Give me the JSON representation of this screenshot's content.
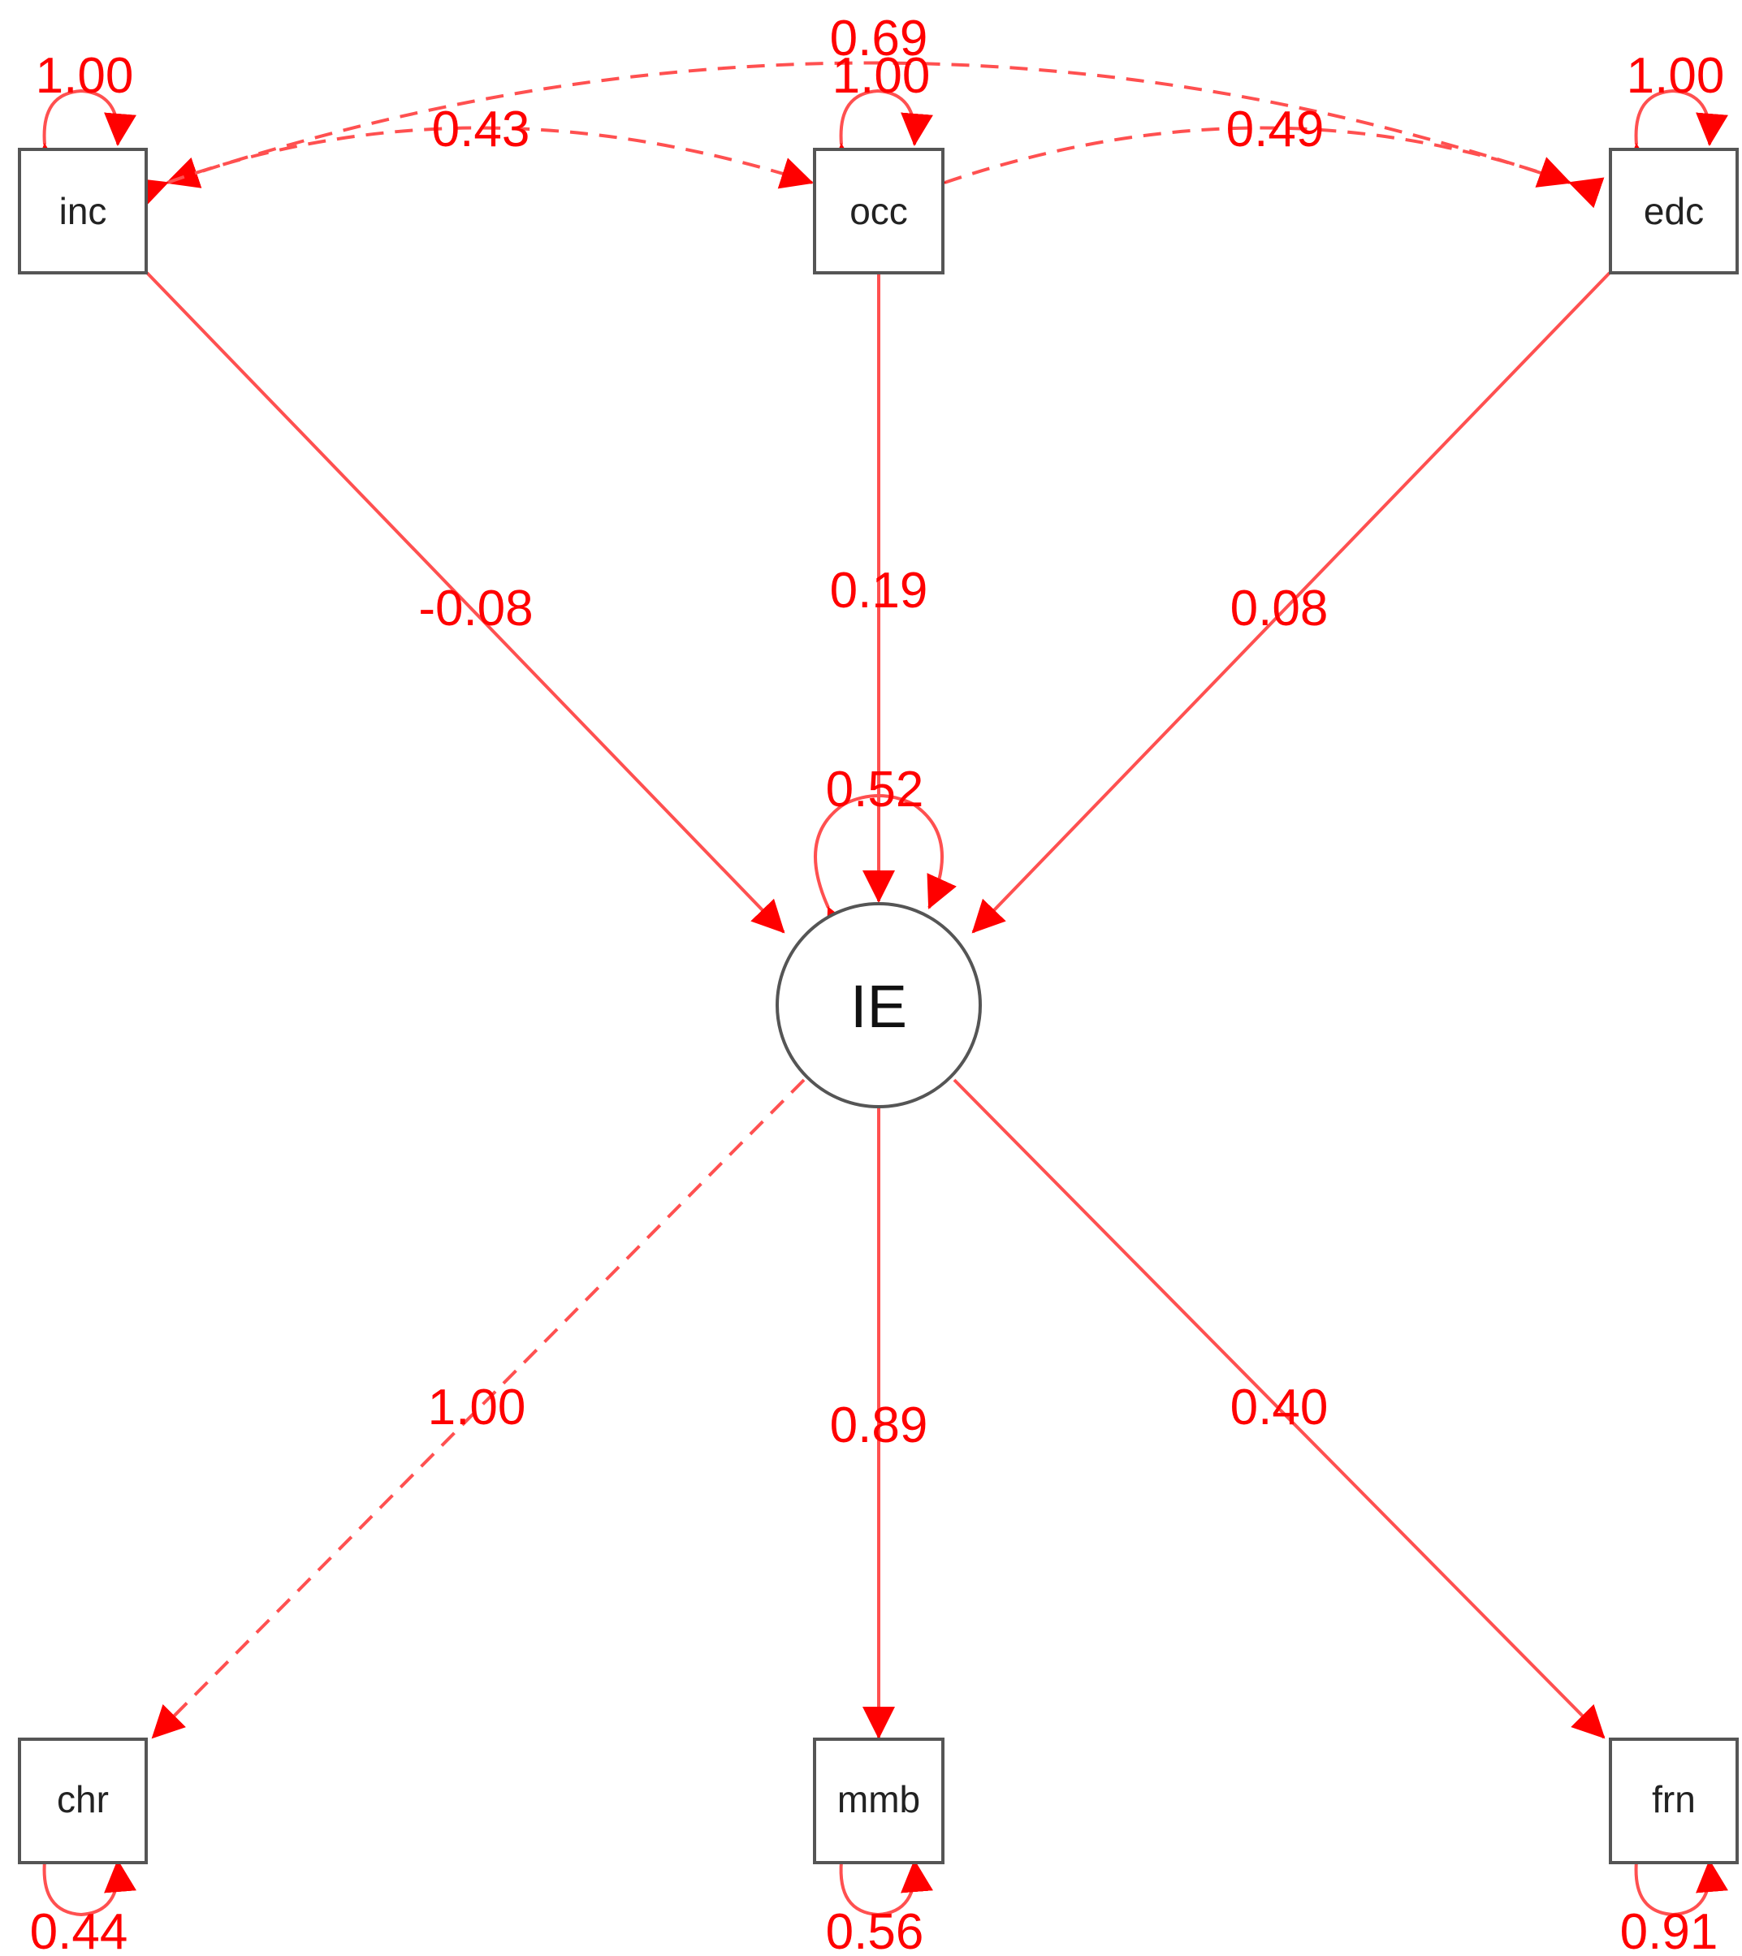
{
  "colors": {
    "edge": "#ff0000",
    "edge_line": "#ff5050",
    "node_border": "#555555",
    "text": "#222222"
  },
  "nodes": {
    "inc": {
      "label": "inc",
      "type": "observed",
      "variance": "1.00"
    },
    "occ": {
      "label": "occ",
      "type": "observed",
      "variance": "1.00"
    },
    "edc": {
      "label": "edc",
      "type": "observed",
      "variance": "1.00"
    },
    "IE": {
      "label": "IE",
      "type": "latent",
      "variance": "0.52"
    },
    "chr": {
      "label": "chr",
      "type": "observed",
      "variance": "0.44"
    },
    "mmb": {
      "label": "mmb",
      "type": "observed",
      "variance": "0.56"
    },
    "frn": {
      "label": "frn",
      "type": "observed",
      "variance": "0.91"
    }
  },
  "edges": [
    {
      "id": "inc_IE",
      "from": "inc",
      "to": "IE",
      "label": "-0.08",
      "style": "solid",
      "kind": "regression"
    },
    {
      "id": "occ_IE",
      "from": "occ",
      "to": "IE",
      "label": "0.19",
      "style": "solid",
      "kind": "regression"
    },
    {
      "id": "edc_IE",
      "from": "edc",
      "to": "IE",
      "label": "0.08",
      "style": "solid",
      "kind": "regression"
    },
    {
      "id": "IE_chr",
      "from": "IE",
      "to": "chr",
      "label": "1.00",
      "style": "dashed",
      "kind": "loading"
    },
    {
      "id": "IE_mmb",
      "from": "IE",
      "to": "mmb",
      "label": "0.89",
      "style": "solid",
      "kind": "loading"
    },
    {
      "id": "IE_frn",
      "from": "IE",
      "to": "frn",
      "label": "0.40",
      "style": "solid",
      "kind": "loading"
    },
    {
      "id": "inc_occ",
      "from": "inc",
      "to": "occ",
      "label": "0.43",
      "style": "dashed",
      "kind": "covariance"
    },
    {
      "id": "occ_edc",
      "from": "occ",
      "to": "edc",
      "label": "0.49",
      "style": "dashed",
      "kind": "covariance"
    },
    {
      "id": "inc_edc",
      "from": "inc",
      "to": "edc",
      "label": "0.69",
      "style": "dashed",
      "kind": "covariance"
    }
  ]
}
